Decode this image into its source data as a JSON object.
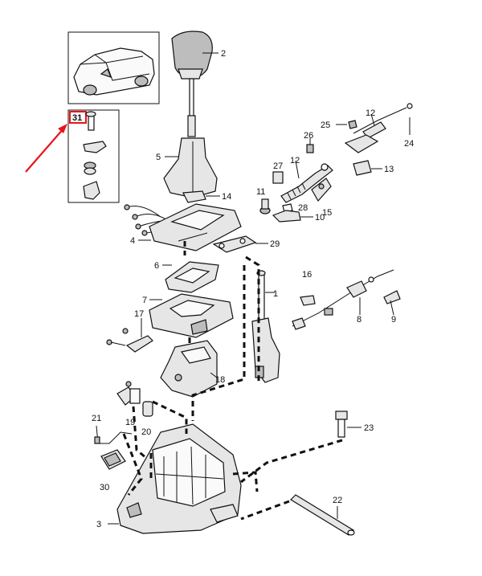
{
  "diagram": {
    "callouts": [
      {
        "id": "c1",
        "text": "1"
      },
      {
        "id": "c2",
        "text": "2"
      },
      {
        "id": "c3",
        "text": "3"
      },
      {
        "id": "c4",
        "text": "4"
      },
      {
        "id": "c5",
        "text": "5"
      },
      {
        "id": "c6",
        "text": "6"
      },
      {
        "id": "c7",
        "text": "7"
      },
      {
        "id": "c8",
        "text": "8"
      },
      {
        "id": "c9",
        "text": "9"
      },
      {
        "id": "c10",
        "text": "10"
      },
      {
        "id": "c11",
        "text": "11"
      },
      {
        "id": "c12a",
        "text": "12"
      },
      {
        "id": "c12b",
        "text": "12"
      },
      {
        "id": "c13",
        "text": "13"
      },
      {
        "id": "c14",
        "text": "14"
      },
      {
        "id": "c15",
        "text": "15"
      },
      {
        "id": "c16",
        "text": "16"
      },
      {
        "id": "c17",
        "text": "17"
      },
      {
        "id": "c18",
        "text": "18"
      },
      {
        "id": "c19",
        "text": "19"
      },
      {
        "id": "c20",
        "text": "20"
      },
      {
        "id": "c21",
        "text": "21"
      },
      {
        "id": "c22",
        "text": "22"
      },
      {
        "id": "c23",
        "text": "23"
      },
      {
        "id": "c24",
        "text": "24"
      },
      {
        "id": "c25",
        "text": "25"
      },
      {
        "id": "c26",
        "text": "26"
      },
      {
        "id": "c27",
        "text": "27"
      },
      {
        "id": "c28",
        "text": "28"
      },
      {
        "id": "c29",
        "text": "29"
      },
      {
        "id": "c30",
        "text": "30"
      },
      {
        "id": "c31",
        "text": "31"
      }
    ],
    "colors": {
      "highlight": "#e8141c",
      "line": "#111111",
      "part_fill": "#e6e6e6",
      "part_dark": "#bdbdbd"
    },
    "icons": [
      "vehicle-locator-icon",
      "red-arrow-icon"
    ]
  }
}
